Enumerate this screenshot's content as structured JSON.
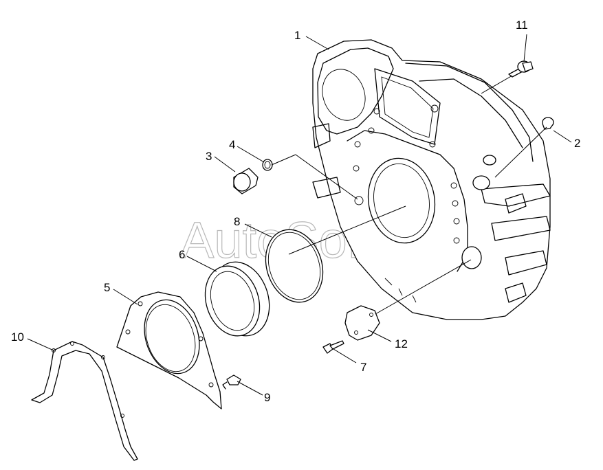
{
  "watermark": "AutoSoft",
  "callouts": {
    "c1": "1",
    "c2": "2",
    "c3": "3",
    "c4": "4",
    "c5": "5",
    "c6": "6",
    "c7": "7",
    "c8": "8",
    "c9": "9",
    "c10": "10",
    "c11": "11",
    "c12": "12"
  }
}
